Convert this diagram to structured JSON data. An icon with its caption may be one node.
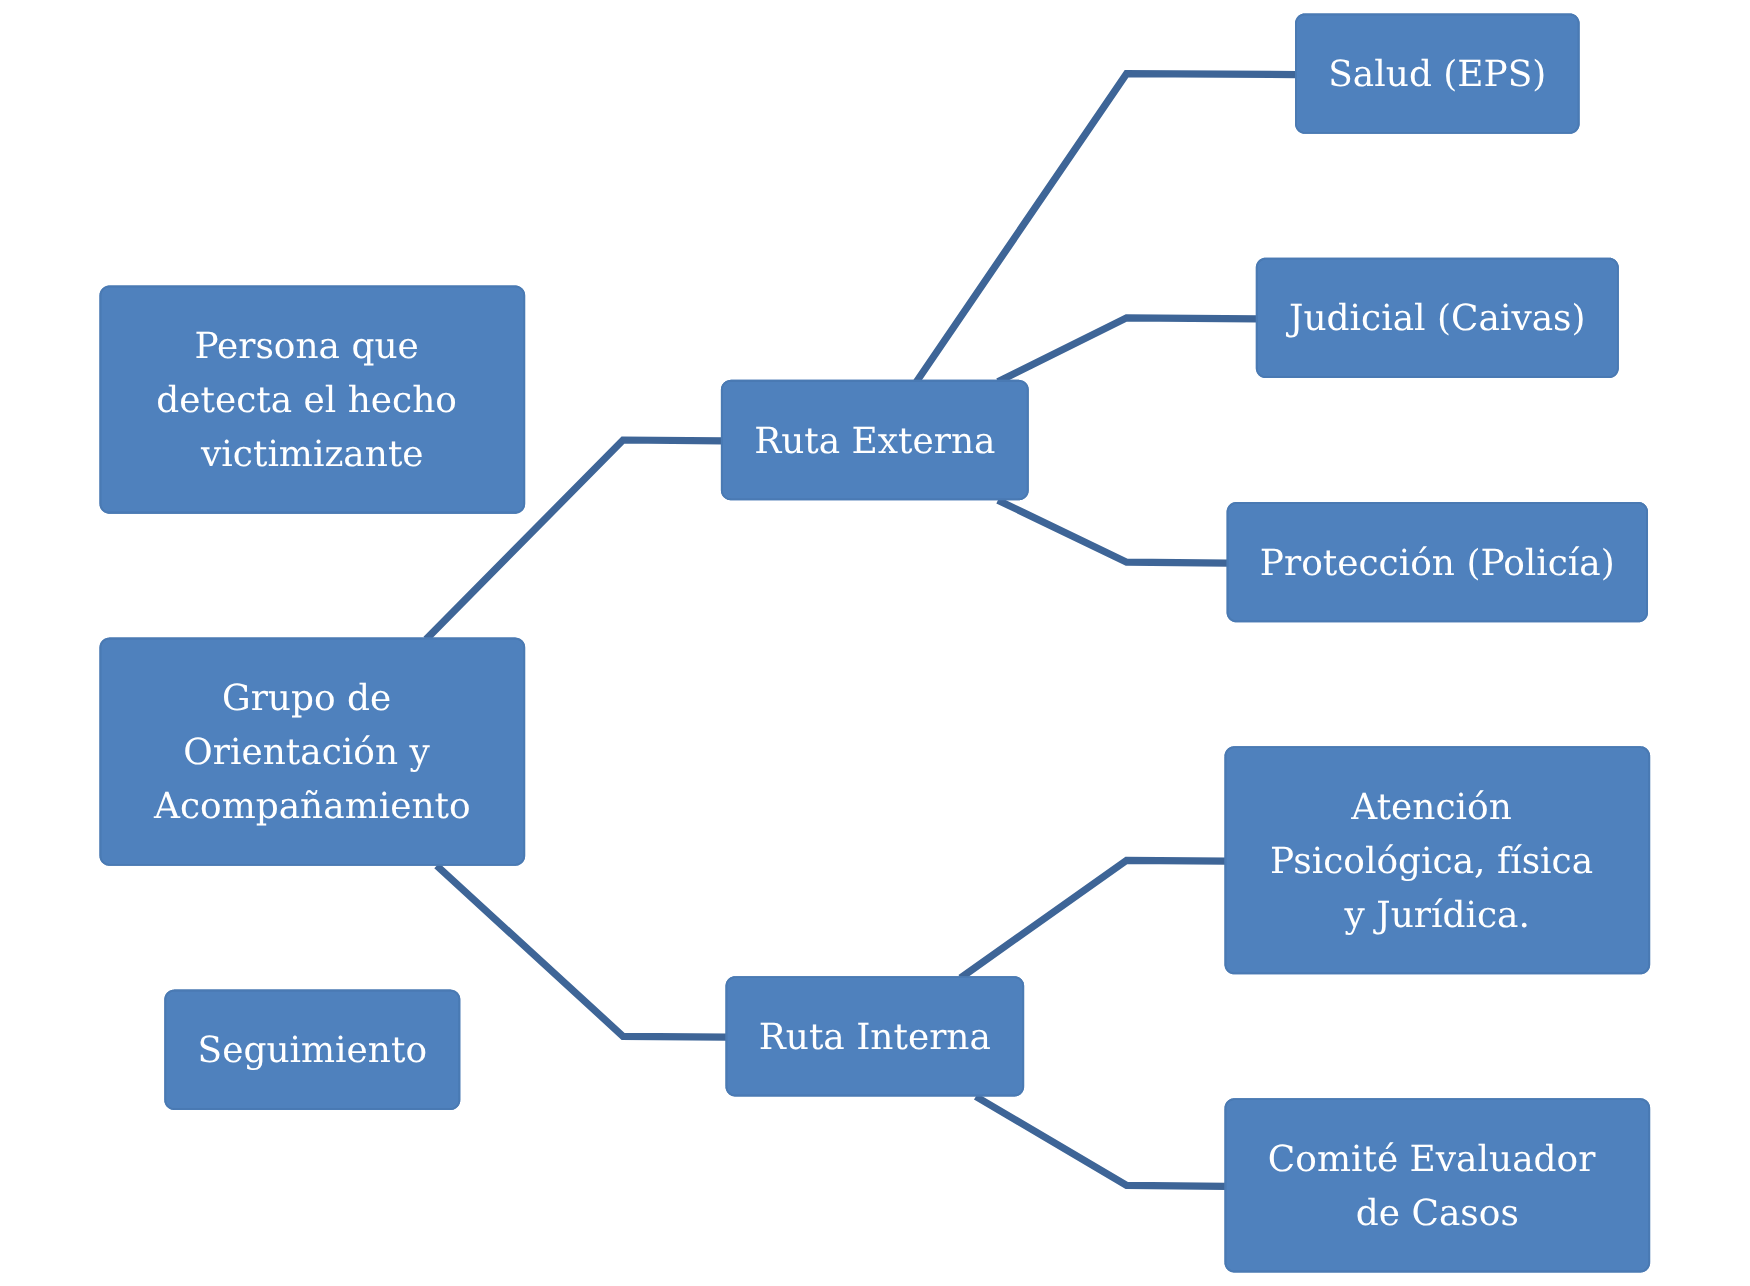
{
  "diagram": {
    "nodes": [
      {
        "text": [
          "Persona que detecta el hecho victimizante"
        ]
      },
      {
        "text": [
          "Grupo de Orientación y Acompañamiento"
        ]
      },
      {
        "text": [
          "Seguimiento"
        ]
      },
      {
        "text": [
          "Ruta Externa"
        ]
      },
      {
        "text": [
          "Ruta Interna"
        ]
      },
      {
        "text": [
          "Salud (EPS)"
        ]
      },
      {
        "text": [
          "Judicial (Caivas)"
        ]
      },
      {
        "text": [
          "Protección (Policía)"
        ]
      },
      {
        "text": [
          "Atención Psicológica, física y Jurídica."
        ]
      },
      {
        "text": [
          "Comité Evaluador de Casos"
        ]
      }
    ],
    "edges": [
      {
        "from": 1,
        "to": 3,
        "arrow": "none"
      },
      {
        "from": 1,
        "to": 4,
        "arrow": "none"
      },
      {
        "from": 3,
        "to": 5,
        "arrow": "none"
      },
      {
        "from": 3,
        "to": 6,
        "arrow": "none"
      },
      {
        "from": 3,
        "to": 7,
        "arrow": "none"
      },
      {
        "from": 4,
        "to": 8,
        "arrow": "none"
      },
      {
        "from": 4,
        "to": 9,
        "arrow": "none"
      }
    ]
  }
}
